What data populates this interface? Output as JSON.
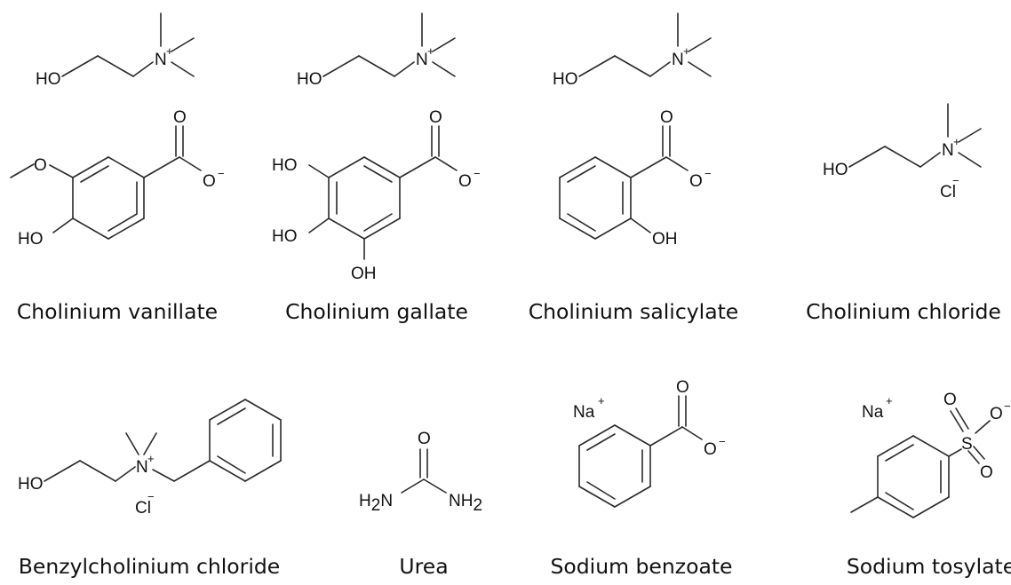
{
  "compounds": [
    {
      "name": "Cholinium vanillate"
    },
    {
      "name": "Cholinium gallate"
    },
    {
      "name": "Cholinium salicylate"
    },
    {
      "name": "Cholinium chloride"
    },
    {
      "name": "Benzylcholinium chloride"
    },
    {
      "name": "Urea"
    },
    {
      "name": "Sodium benzoate"
    },
    {
      "name": "Sodium tosylate"
    }
  ],
  "atom_labels": {
    "ho": "HO",
    "oh": "OH",
    "n": "N",
    "o": "O",
    "cl": "Cl",
    "na": "Na",
    "s": "S",
    "h": "H",
    "two": "2",
    "plus": "+",
    "minus": "−"
  }
}
